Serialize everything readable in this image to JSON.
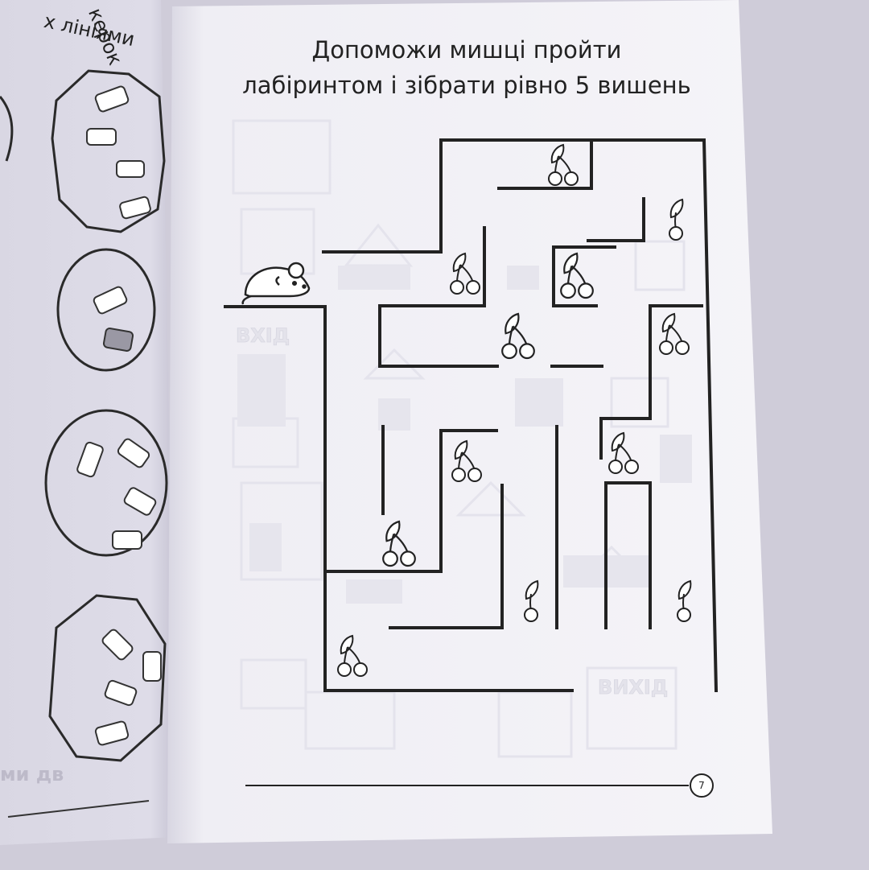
{
  "page": {
    "title_line1": "Допоможи мишці пройти",
    "title_line2": "лабіринтом і зібрати рівно 5 вишень",
    "page_number": "7"
  },
  "left_page": {
    "heading_fragment_top": "керок",
    "heading_fragment_bottom": "х лініями",
    "bottom_fragment": "ми дв"
  },
  "maze": {
    "characters": [
      "mouse-icon",
      "cherry-icon"
    ],
    "cherry_count_on_page": 12,
    "cherries_to_collect": 5
  },
  "faint_background": {
    "label_entry": "ВХІД",
    "label_exit": "ВИХІД"
  },
  "colors": {
    "page_background": "#f2f1f6",
    "ink": "#222222",
    "faint": "#e7e6ee"
  }
}
